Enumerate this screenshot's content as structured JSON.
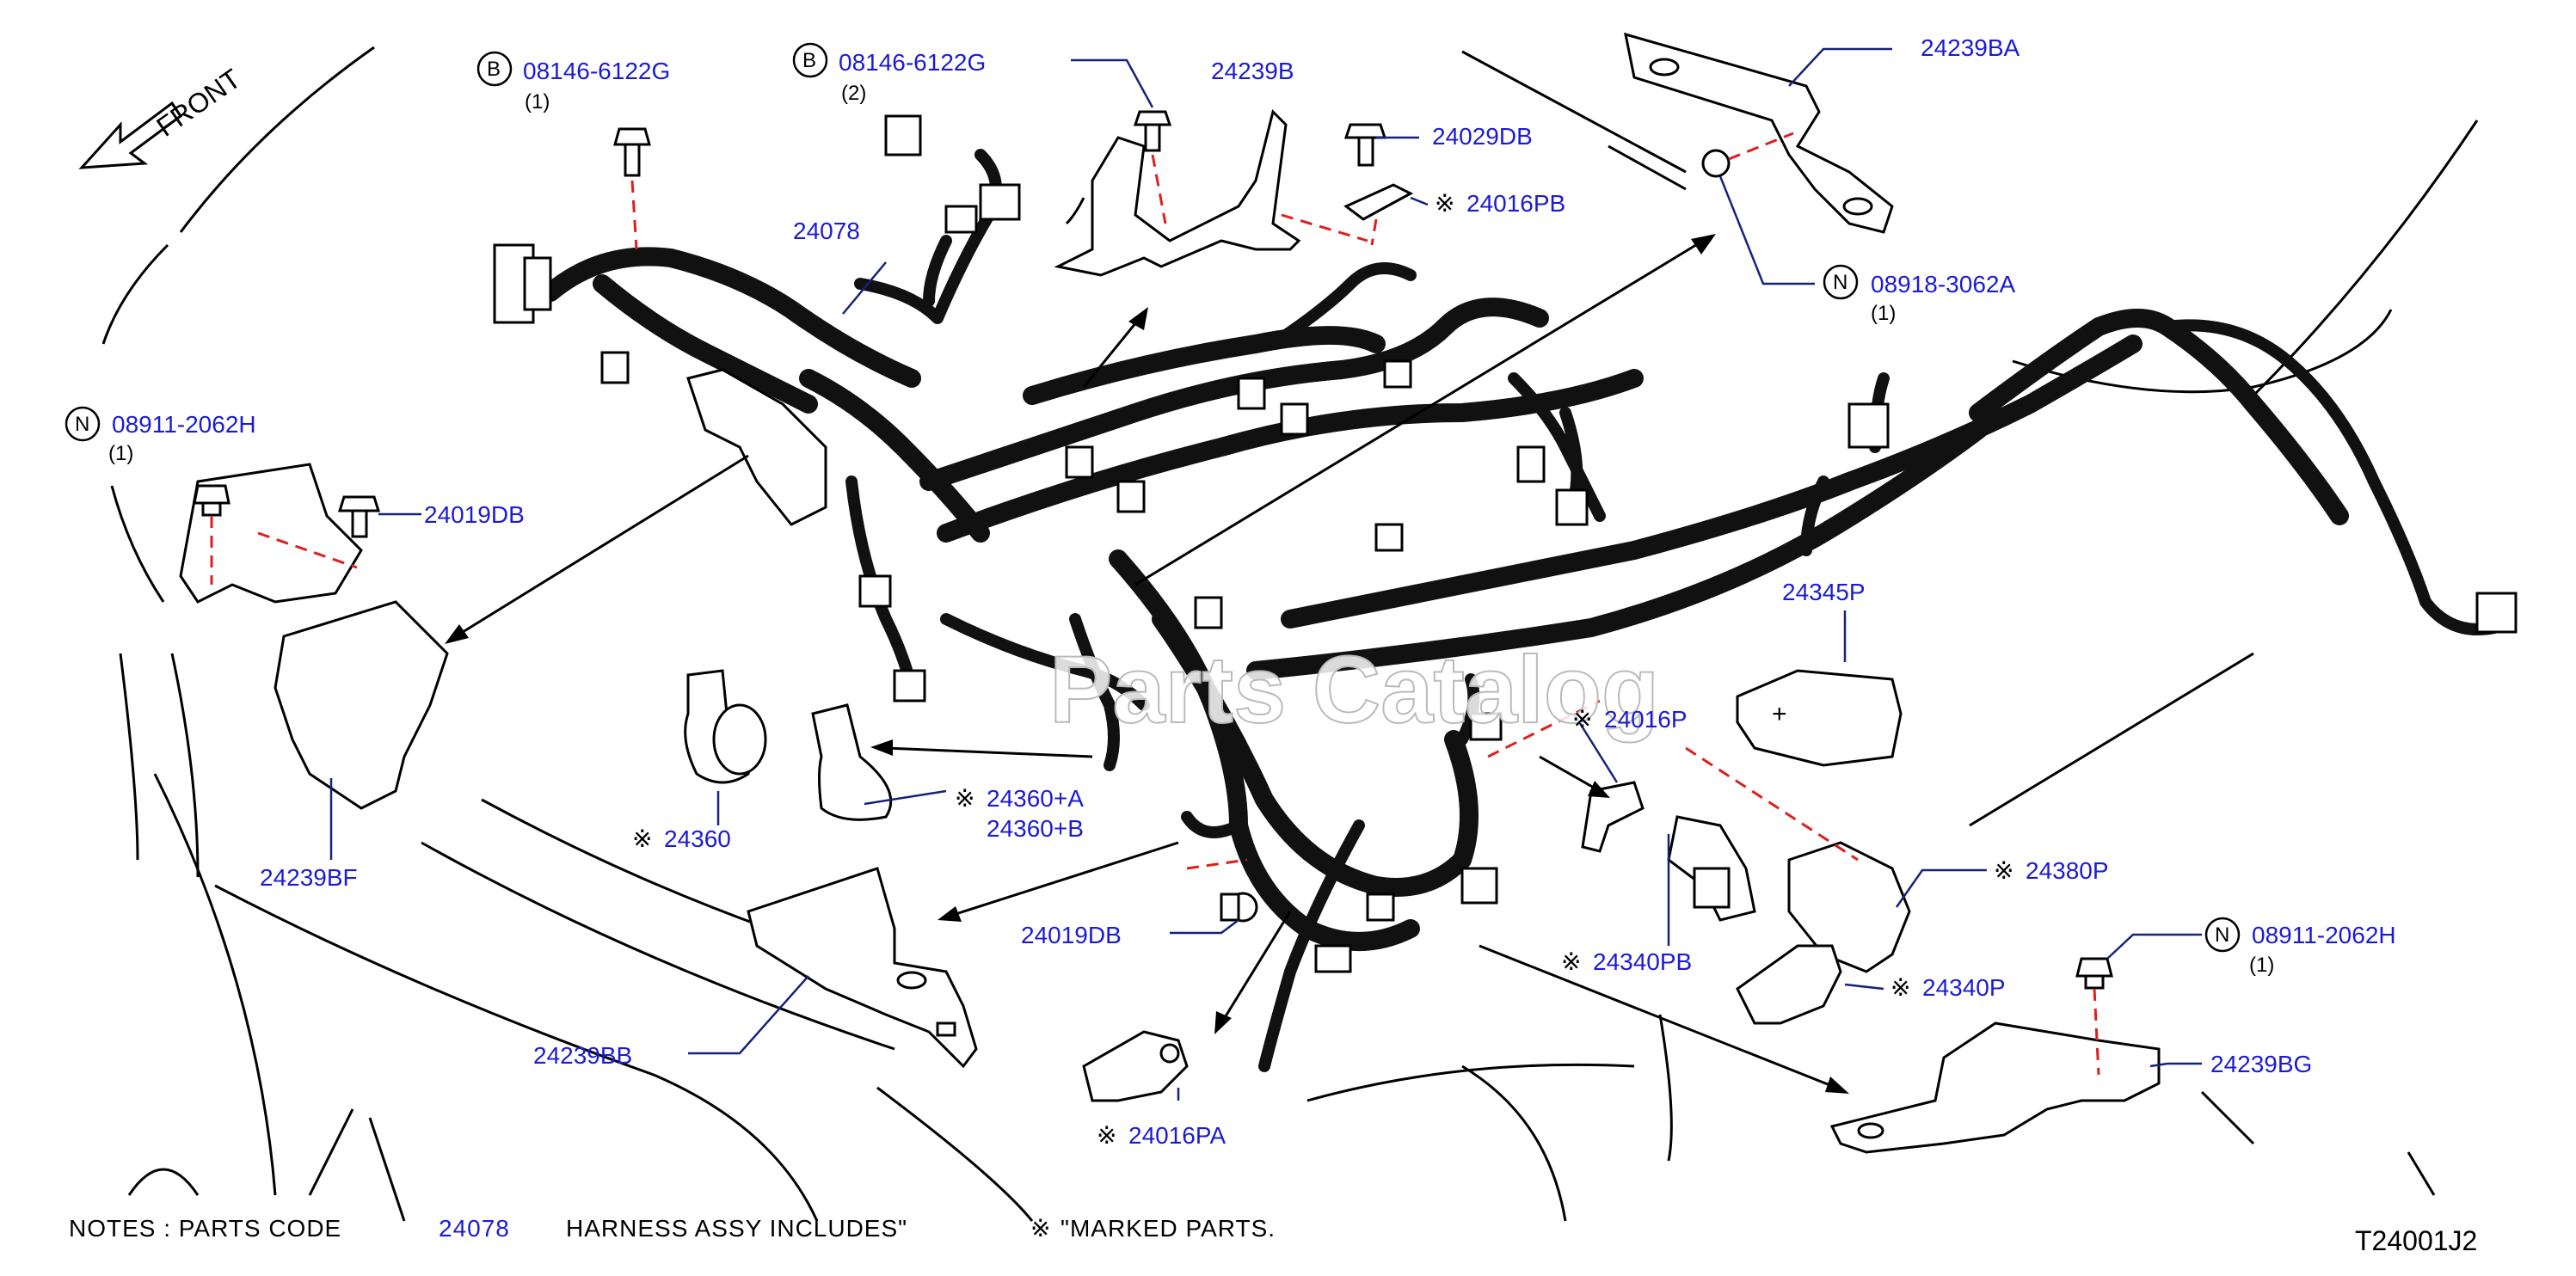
{
  "diagram": {
    "front_label": "FRONT",
    "watermark": "Parts Catalog",
    "figure_code": "T24001J2",
    "notes": {
      "prefix": "NOTES  :  PARTS  CODE",
      "code": "24078",
      "middle": "HARNESS  ASSY  INCLUDES\"",
      "suffix": "\"MARKED  PARTS."
    },
    "symbols": {
      "mark": "※",
      "bolt_letter": "B",
      "nut_letter": "N"
    },
    "callouts": [
      {
        "id": "c1",
        "mark": "B",
        "part": "08146-6122G",
        "qty": "(1)"
      },
      {
        "id": "c2",
        "mark": "B",
        "part": "08146-6122G",
        "qty": "(2)"
      },
      {
        "id": "c3",
        "part": "24239B"
      },
      {
        "id": "c4",
        "part": "24029DB"
      },
      {
        "id": "c5",
        "star": true,
        "part": "24016PB"
      },
      {
        "id": "c6",
        "part": "24239BA"
      },
      {
        "id": "c7",
        "mark": "N",
        "part": "08918-3062A",
        "qty": "(1)"
      },
      {
        "id": "c8",
        "part": "24078"
      },
      {
        "id": "c9",
        "mark": "N",
        "part": "08911-2062H",
        "qty": "(1)"
      },
      {
        "id": "c10",
        "part": "24019DB"
      },
      {
        "id": "c11",
        "part": "24239BF"
      },
      {
        "id": "c12",
        "star": true,
        "part": "24360"
      },
      {
        "id": "c13",
        "star": true,
        "part": "24360+A"
      },
      {
        "id": "c14",
        "part": "24360+B"
      },
      {
        "id": "c15",
        "part": "24019DB"
      },
      {
        "id": "c16",
        "part": "24239BB"
      },
      {
        "id": "c17",
        "star": true,
        "part": "24016PA"
      },
      {
        "id": "c18",
        "part": "24345P"
      },
      {
        "id": "c19",
        "star": true,
        "part": "24016P"
      },
      {
        "id": "c20",
        "star": true,
        "part": "24340PB"
      },
      {
        "id": "c21",
        "star": true,
        "part": "24380P"
      },
      {
        "id": "c22",
        "star": true,
        "part": "24340P"
      },
      {
        "id": "c23",
        "mark": "N",
        "part": "08911-2062H",
        "qty": "(1)"
      },
      {
        "id": "c24",
        "part": "24239BG"
      }
    ],
    "colors": {
      "part_number": "#1b1bd6",
      "leader": "#16227a",
      "dashed_guide": "#e01e1e",
      "line_art": "#000000"
    }
  }
}
